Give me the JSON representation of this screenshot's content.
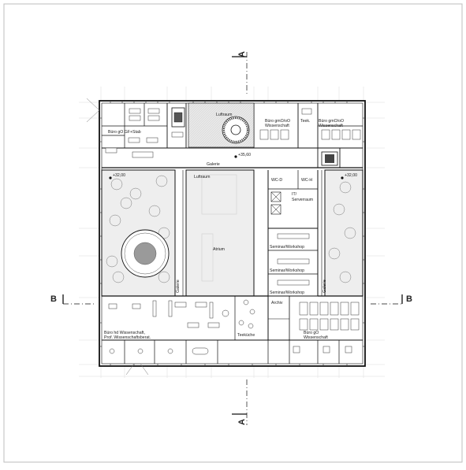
{
  "section_marks": {
    "a_top": "A",
    "a_bottom": "A",
    "b_left": "B",
    "b_right": "B"
  },
  "levels": {
    "l1": "+35,60",
    "l2": "+32,00",
    "l3": "+32,00"
  },
  "rooms": {
    "buero_go_gf": "Büro gO GF+Stab",
    "luftraum_top": "Luftraum",
    "buero_gmo_left": "Büro gmO/oO",
    "wissenschaft_left": "Wissenschaft",
    "teek_top": "Teek.",
    "buero_gmo_right": "Büro gmO/oO",
    "wissenschaft_right": "Wissenschaft",
    "galerie_top": "Galerie",
    "luftraum_center": "Luftraum",
    "atrium": "Atrium",
    "galerie_vertical_left": "Galerie",
    "wc_d": "WC-D",
    "wc_h": "WC-H",
    "it": "IT/",
    "serverraum": "Serverraum",
    "seminar_1": "Seminar/Workshop",
    "seminar_2": "Seminar/Workshop",
    "seminar_3": "Seminar/Workshop",
    "galerie_vertical_right": "Galerie",
    "archiv": "Archiv",
    "buero_hd_1": "Büro hd Wissenschaft,",
    "buero_hd_2": "Prof. Wissenschaftsberat.",
    "teekueche": "Teeküche",
    "buero_go_1": "Büro gO",
    "buero_go_2": "Wissenschaft"
  }
}
